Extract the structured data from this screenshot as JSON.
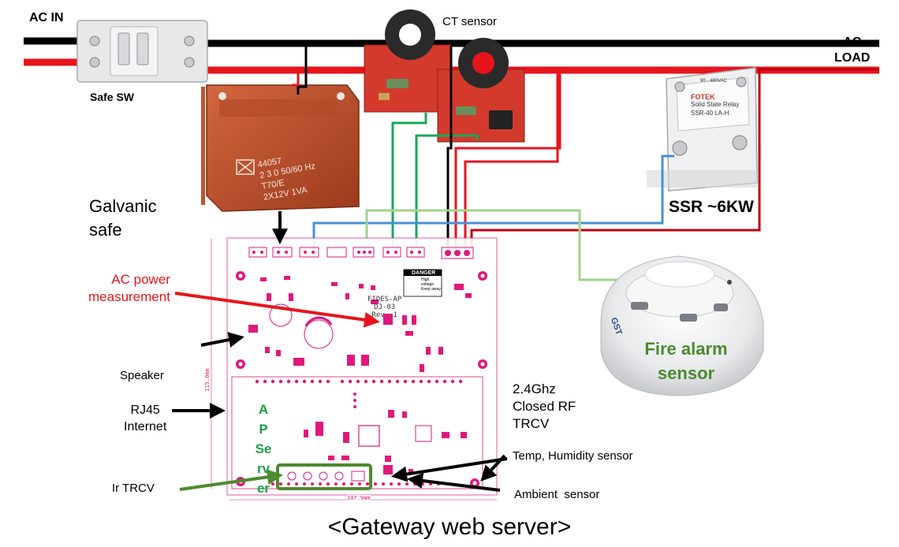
{
  "labels": {
    "ac_in": "AC IN",
    "ac_load": "AC\nLOAD",
    "safe_sw": "Safe SW",
    "ct_sensor": "CT sensor",
    "galvanic_safe": "Galvanic\nsafe",
    "ssr": "SSR ~6KW",
    "ac_power_measurement": "AC power\nmeasurement",
    "speaker": "Speaker",
    "rj45": "RJ45\nInternet",
    "ap_server": "A\nP\nSe\nrv\ner",
    "rf_trcv": "2.4Ghz\nClosed RF\nTRCV",
    "temp_humidity": "Temp, Humidity sensor",
    "ambient": "Ambient  sensor",
    "ir_trcv": "Ir TRCV",
    "fire_alarm": "Fire alarm\nsensor",
    "caption": "<Gateway web server>"
  },
  "components": {
    "transformer_text": "44057\n2 3 0 50/60 Hz\nT70/E\n2X12V 1VA",
    "ssr_brand": "FOTEK",
    "ssr_title": "Solid State Relay",
    "ssr_model": "SSR-40 LA-H",
    "ssr_rating": "90 - 480VAC",
    "board_name": "FIDES-AP\nDJ-03\nRev. 1",
    "danger": "DANGER",
    "danger_sub": "High\nvoltage\nKeep away",
    "dim_height": "115.0mm",
    "dim_width": "107.9mm",
    "detector_brand": "GST"
  },
  "colors": {
    "live_wire": "#e8141b",
    "neutral_wire": "#000000",
    "ct_signal": "#18a85a",
    "ssr_control": "#4a8fd6",
    "fire_line": "#9fd48a",
    "board_accent": "#e0187c",
    "label_red": "#e8141b",
    "label_green": "#1aa042",
    "fire_text": "#4a8a2f",
    "ir_arrow": "#4e8a2e"
  }
}
